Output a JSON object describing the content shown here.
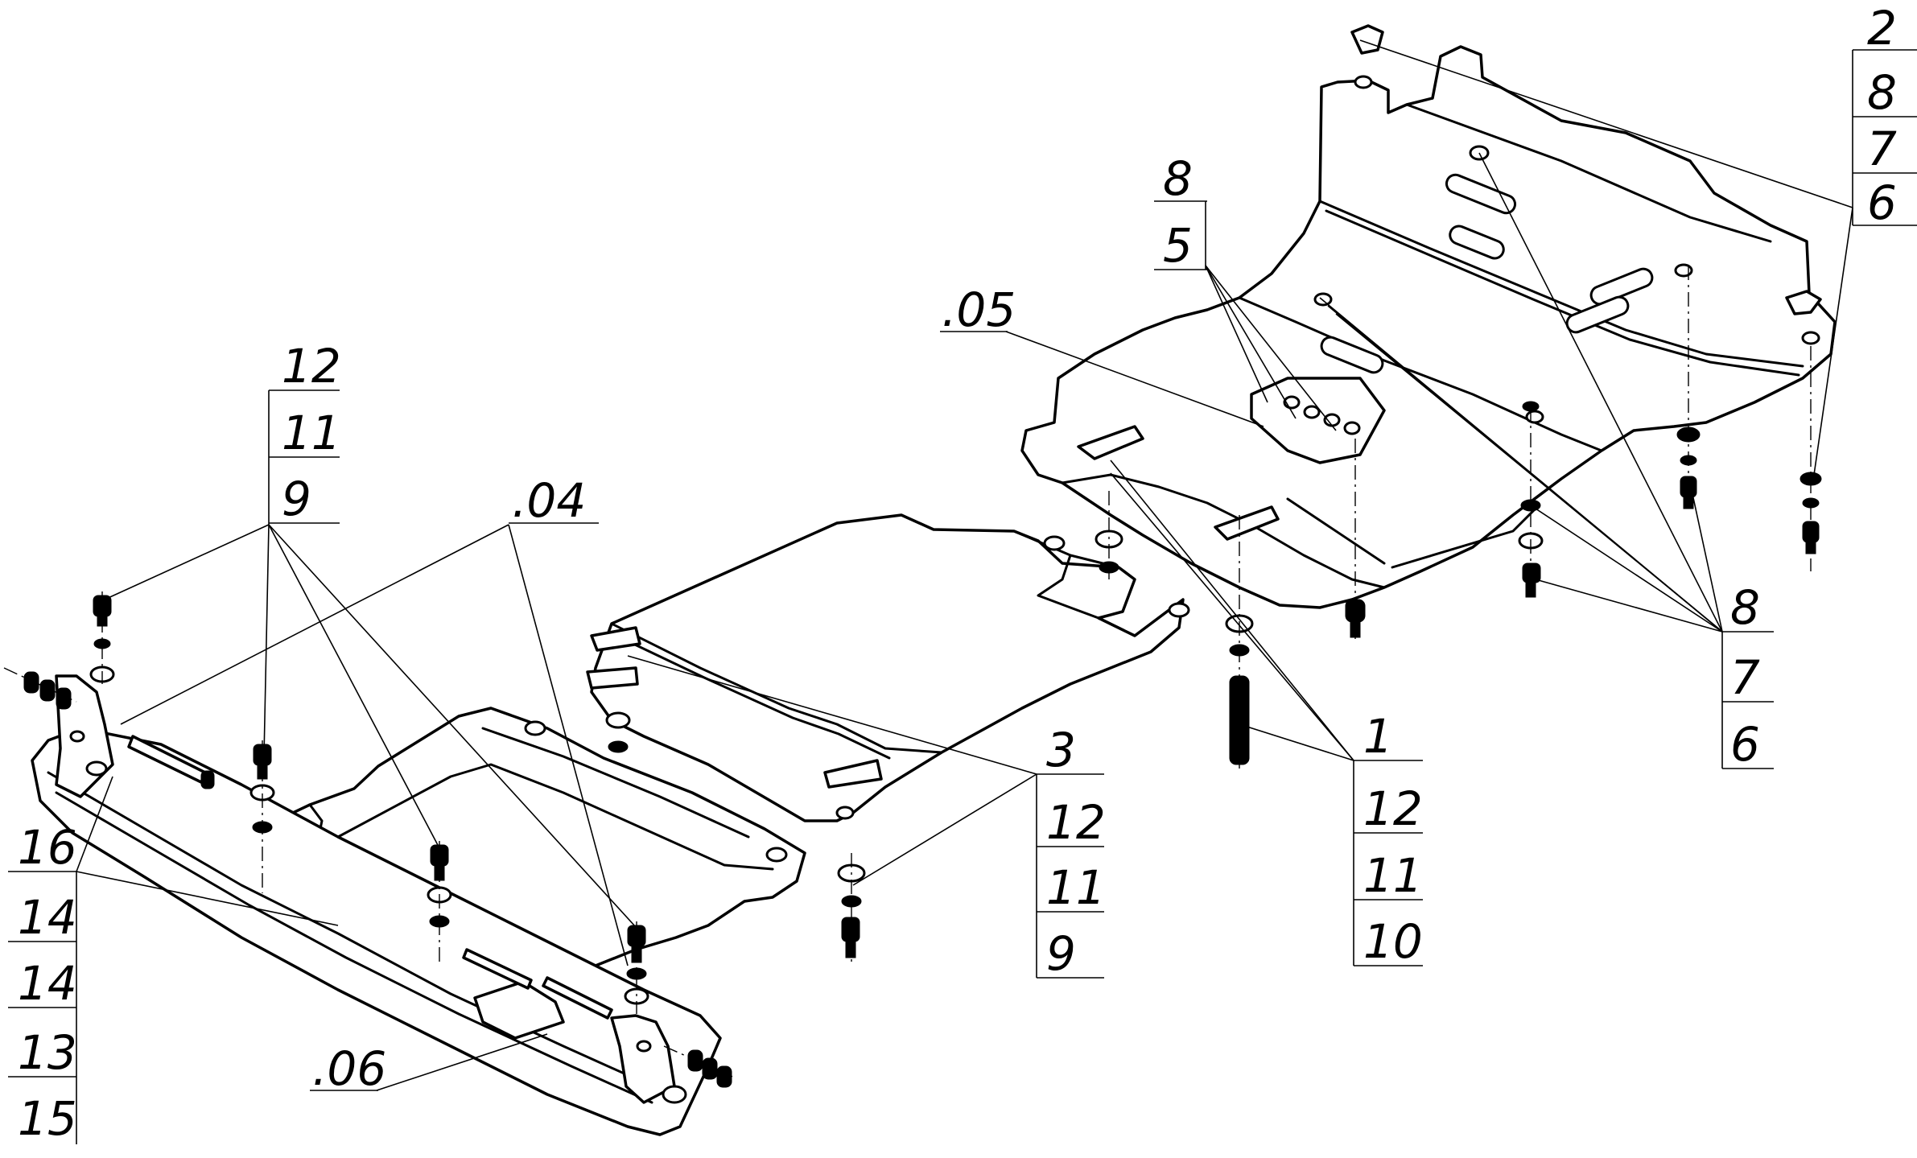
{
  "drawing": {
    "callout_stacks": [
      {
        "id": "top-right",
        "labels": [
          "2",
          "8",
          "7",
          "6"
        ]
      },
      {
        "id": "upper-mid",
        "labels": [
          "8",
          "5"
        ]
      },
      {
        "id": "left-bolts",
        "labels": [
          "12",
          "11",
          "9"
        ]
      },
      {
        "id": "center-bolts",
        "labels": [
          "3",
          "12",
          "11",
          "9"
        ]
      },
      {
        "id": "right-bolts",
        "labels": [
          "1",
          "12",
          "11",
          "10"
        ]
      },
      {
        "id": "right-lower",
        "labels": [
          "8",
          "7",
          "6"
        ]
      },
      {
        "id": "left-bottom",
        "labels": [
          "16",
          "14",
          "14",
          "13",
          "15"
        ]
      }
    ],
    "part_refs": [
      ".05",
      ".04",
      ".06"
    ]
  }
}
